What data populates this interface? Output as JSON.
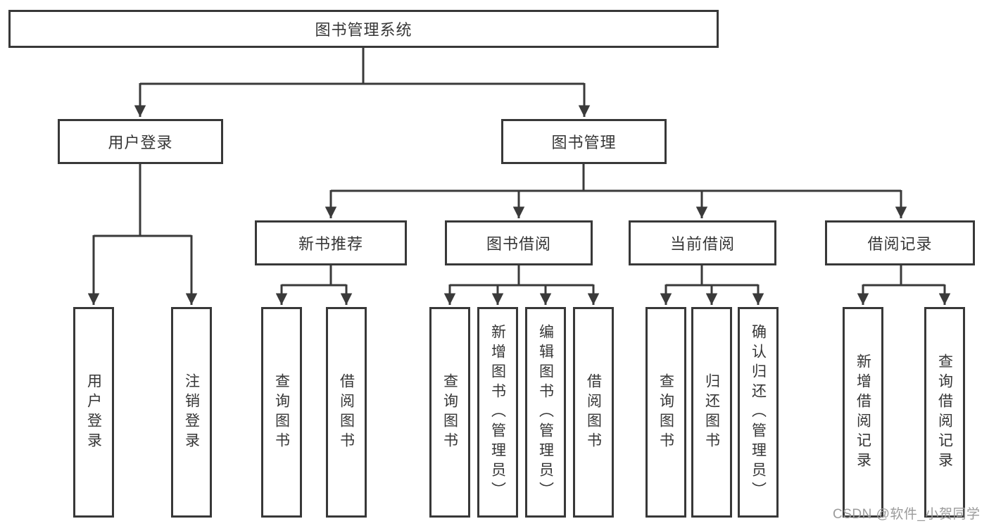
{
  "diagram": {
    "type": "hierarchy-tree",
    "title": "图书管理系统",
    "colors": {
      "line": "#3a3a3a",
      "box_border": "#383838",
      "box_fill": "#ffffff",
      "text": "#363636",
      "background": "#ffffff",
      "watermark": "#9b9b9b"
    },
    "watermark": "CSDN @软件_小贺同学",
    "tree": {
      "label": "图书管理系统",
      "children": [
        {
          "label": "用户登录",
          "children": [
            {
              "label": "用户登录"
            },
            {
              "label": "注销登录"
            }
          ]
        },
        {
          "label": "图书管理",
          "children": [
            {
              "label": "新书推荐",
              "children": [
                {
                  "label": "查询图书"
                },
                {
                  "label": "借阅图书"
                }
              ]
            },
            {
              "label": "图书借阅",
              "children": [
                {
                  "label": "查询图书"
                },
                {
                  "label": "新增图书（管理员）"
                },
                {
                  "label": "编辑图书（管理员）"
                },
                {
                  "label": "借阅图书"
                }
              ]
            },
            {
              "label": "当前借阅",
              "children": [
                {
                  "label": "查询图书"
                },
                {
                  "label": "归还图书"
                },
                {
                  "label": "确认归还（管理员）"
                }
              ]
            },
            {
              "label": "借阅记录",
              "children": [
                {
                  "label": "新增借阅记录"
                },
                {
                  "label": "查询借阅记录"
                }
              ]
            }
          ]
        }
      ]
    }
  }
}
